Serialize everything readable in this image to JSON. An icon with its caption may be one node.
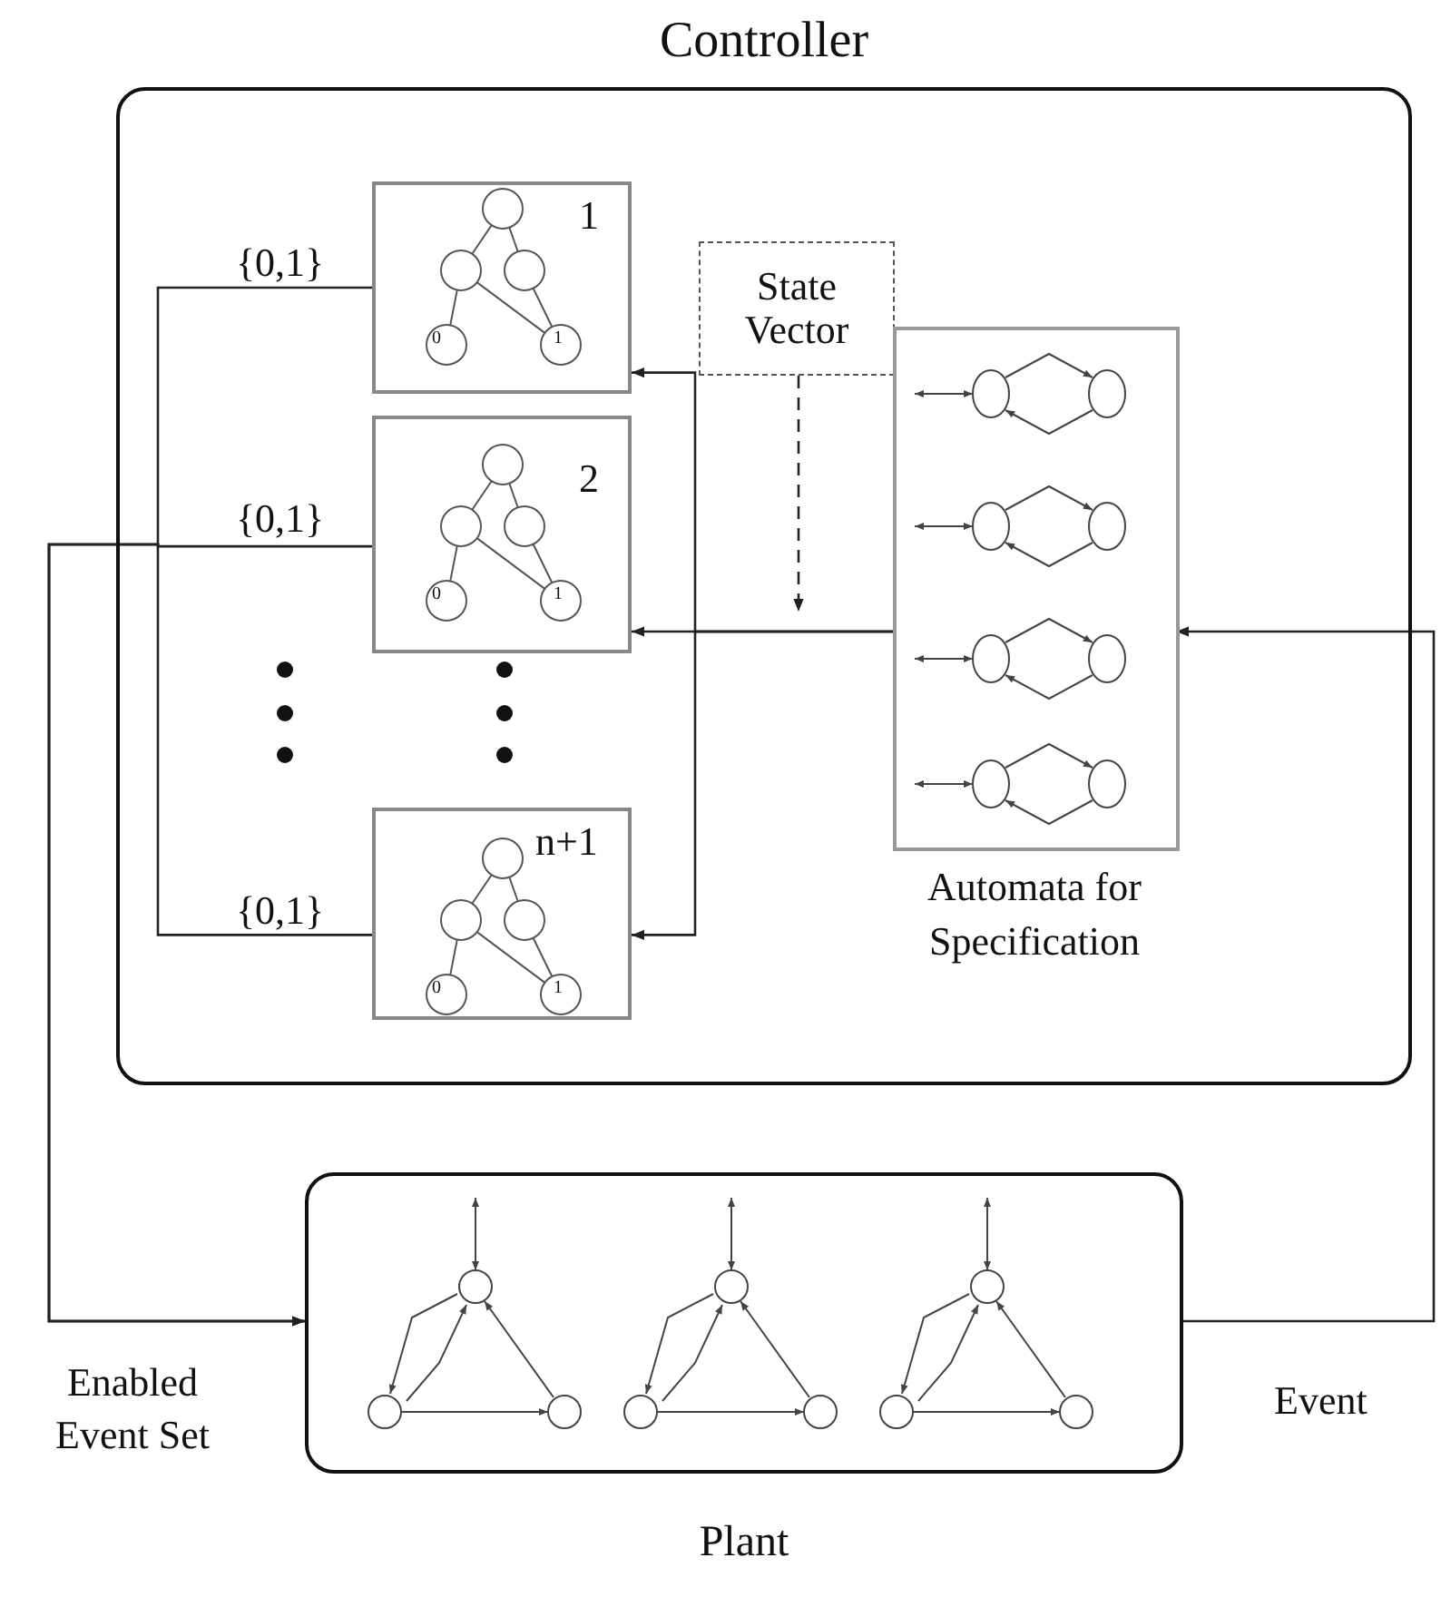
{
  "diagram": {
    "nodes": [
      {
        "text": [
          "Controller"
        ]
      },
      {
        "text": [
          "1"
        ],
        "in": 0
      },
      {
        "text": [
          "2"
        ],
        "in": 0
      },
      {
        "text": [
          "n+1"
        ],
        "in": 0
      },
      {
        "text": [
          "State Vector"
        ],
        "in": 0
      },
      {
        "text": [
          "Automata for Specification"
        ],
        "in": 0
      },
      {
        "text": [
          "Plant"
        ]
      }
    ],
    "edges": [
      {
        "from": 1,
        "to": 6,
        "arrow": "to",
        "label": "{0,1}"
      },
      {
        "from": 2,
        "to": 6,
        "arrow": "to",
        "label": "{0,1}"
      },
      {
        "from": 3,
        "to": 6,
        "arrow": "to",
        "label": "{0,1}"
      },
      {
        "from": 5,
        "to": 1,
        "arrow": "to"
      },
      {
        "from": 5,
        "to": 2,
        "arrow": "to"
      },
      {
        "from": 5,
        "to": 3,
        "arrow": "to"
      },
      {
        "from": 4,
        "to": null,
        "arrow": "to",
        "style": "dashed"
      },
      {
        "from": 6,
        "to": 5,
        "arrow": "to",
        "label": "Event"
      }
    ],
    "labels": [
      "0",
      "1",
      "0",
      "1",
      "0",
      "1",
      "Enabled Event Set"
    ]
  }
}
